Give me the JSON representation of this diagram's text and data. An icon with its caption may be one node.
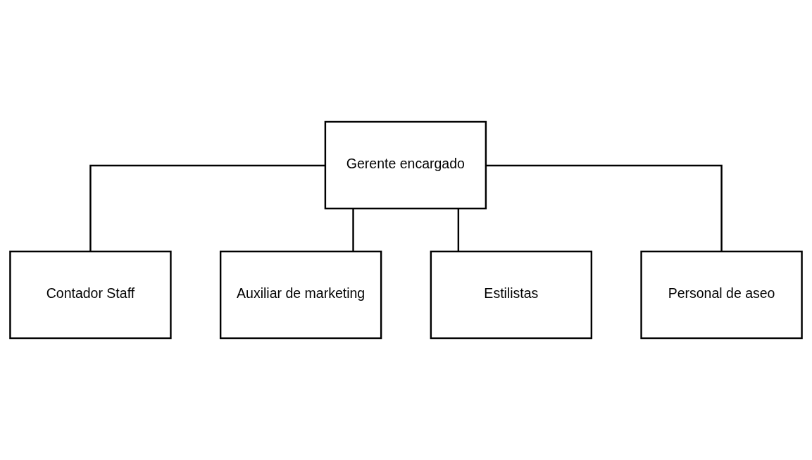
{
  "diagram": {
    "nodes": [
      {
        "text": [
          "Gerente encargado"
        ]
      },
      {
        "text": [
          "Contador Staff"
        ]
      },
      {
        "text": [
          "Auxiliar de marketing"
        ]
      },
      {
        "text": [
          "Estilistas"
        ]
      },
      {
        "text": [
          "Personal de aseo"
        ]
      }
    ],
    "edges": [
      {
        "from": 0,
        "to": 1,
        "arrow": "none"
      },
      {
        "from": 0,
        "to": 2,
        "arrow": "none"
      },
      {
        "from": 0,
        "to": 3,
        "arrow": "none"
      },
      {
        "from": 0,
        "to": 4,
        "arrow": "none"
      }
    ]
  }
}
